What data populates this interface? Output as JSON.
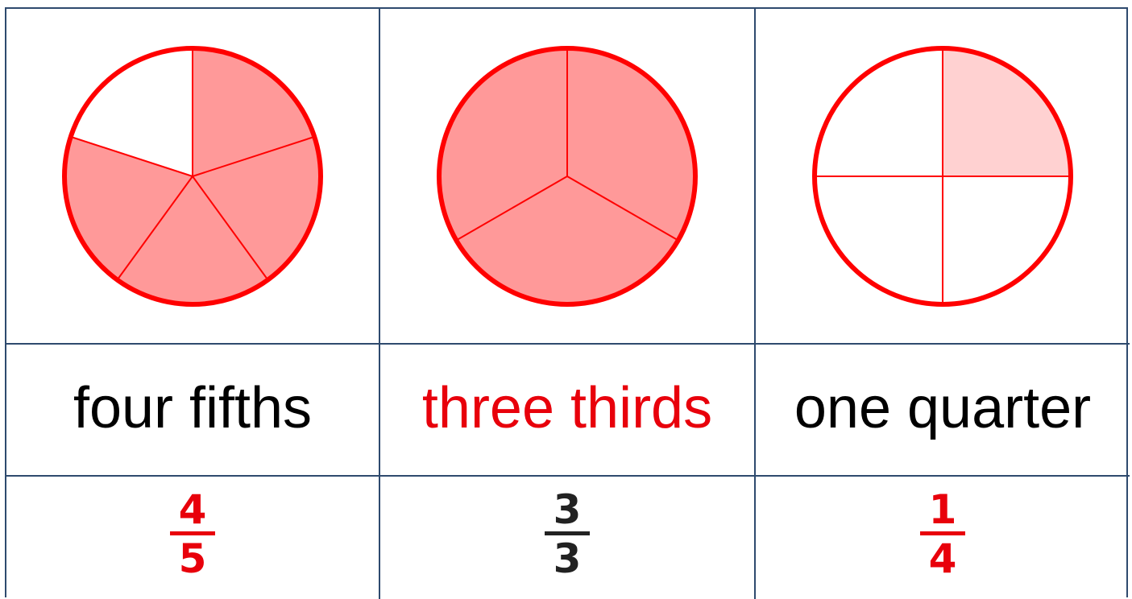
{
  "colors": {
    "grid_line": "#2e4a6e",
    "red": "#e8000b",
    "dark": "#222222",
    "pie_fill_strong": "#ff9999",
    "pie_fill_light": "#ffd1d1",
    "outline": "#ff0000"
  },
  "cards": [
    {
      "shape": {
        "parts": 5,
        "shaded": 4,
        "fill": "#ff9999"
      },
      "words": "four fifths",
      "words_color": "#000000",
      "numerator": "4",
      "denominator": "5",
      "fraction_color": "#e8000b"
    },
    {
      "shape": {
        "parts": 3,
        "shaded": 3,
        "fill": "#ff9999"
      },
      "words": "three thirds",
      "words_color": "#e8000b",
      "numerator": "3",
      "denominator": "3",
      "fraction_color": "#222222"
    },
    {
      "shape": {
        "parts": 4,
        "shaded": 1,
        "fill": "#ffd1d1"
      },
      "words": "one quarter",
      "words_color": "#000000",
      "numerator": "1",
      "denominator": "4",
      "fraction_color": "#e8000b"
    }
  ]
}
